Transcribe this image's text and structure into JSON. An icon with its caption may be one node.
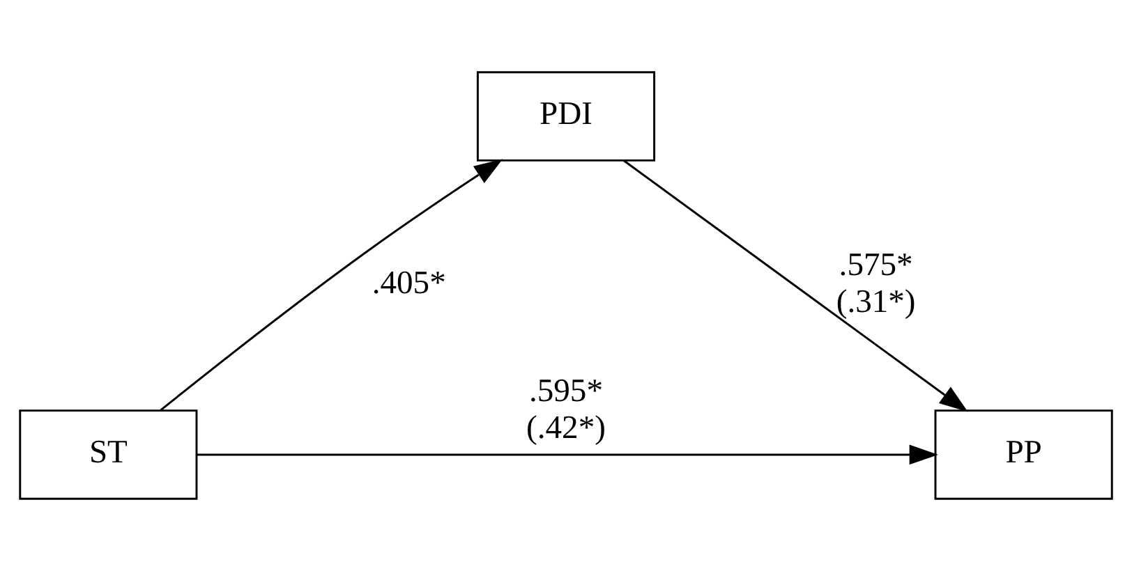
{
  "diagram": {
    "nodes": [
      {
        "text": [
          "PDI"
        ]
      },
      {
        "text": [
          "ST"
        ]
      },
      {
        "text": [
          "PP"
        ]
      }
    ],
    "edges": [
      {
        "from": 1,
        "to": 0,
        "arrow": "to",
        "label": ".405*"
      },
      {
        "from": 0,
        "to": 2,
        "arrow": "to",
        "label": ".575* (.31*)"
      },
      {
        "from": 1,
        "to": 2,
        "arrow": "to",
        "label": ".595* (.42*)"
      }
    ]
  }
}
